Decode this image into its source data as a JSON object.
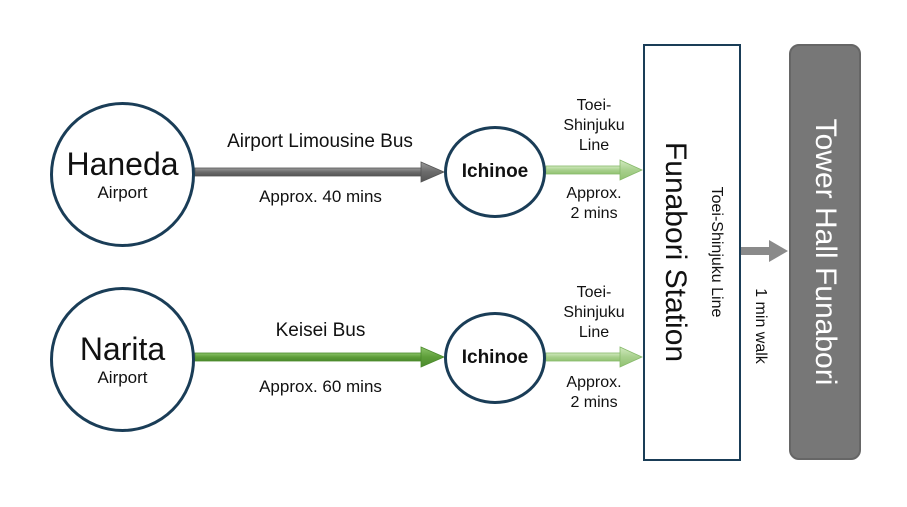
{
  "airports": [
    {
      "name": "Haneda",
      "sub": "Airport",
      "route_label": "Airport Limousine Bus",
      "route_time": "Approx.  40 mins",
      "hub": "Ichinoe",
      "line_label": [
        "Toei-",
        "Shinjuku",
        "Line"
      ],
      "line_time": [
        "Approx.",
        "2 mins"
      ]
    },
    {
      "name": "Narita",
      "sub": "Airport",
      "route_label": "Keisei Bus",
      "route_time": "Approx.  60 mins",
      "hub": "Ichinoe",
      "line_label": [
        "Toei-",
        "Shinjuku",
        "Line"
      ],
      "line_time": [
        "Approx.",
        "2 mins"
      ]
    }
  ],
  "station": {
    "name": "Funabori Station",
    "line": "Toei-Shinjuku  Line"
  },
  "walk": "1 min walk",
  "destination": "Tower Hall Funabori",
  "colors": {
    "circle_border": "#1a3d57",
    "limousine_arrow": "#6b6b6b",
    "keisei_arrow": "#5e9e3a",
    "train_arrow": "#a8d08d",
    "destination_box": "#777777"
  }
}
